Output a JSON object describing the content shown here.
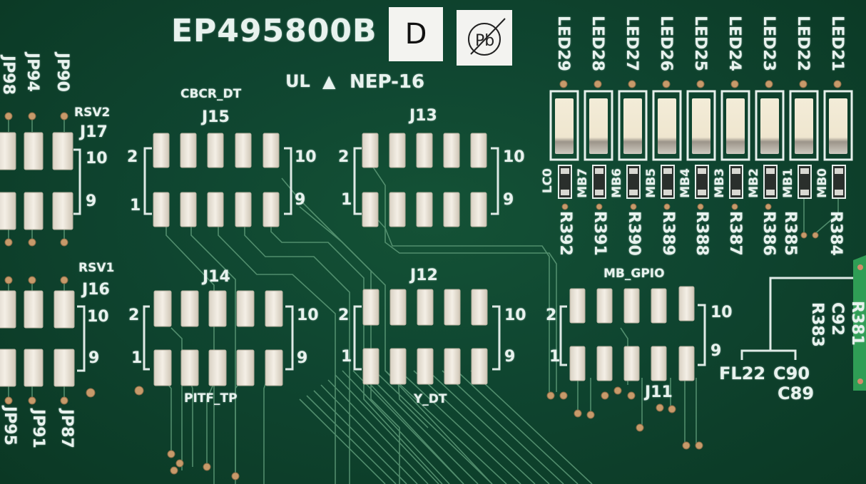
{
  "board": {
    "part_number": "EP495800B",
    "revision": "D",
    "pb_free_symbol": "Pb",
    "ul_mark": "UL",
    "warning_triangle": "▲",
    "nep_code": "NEP-16",
    "background_color": "#0f4530",
    "silkscreen_color": "#e8f2ee",
    "pad_color": "#ece6da"
  },
  "headers": {
    "j15": {
      "ref": "J15",
      "net": "CBCR_DT",
      "pin_top_left": "2",
      "pin_top_right": "10",
      "pin_bottom_left": "1",
      "pin_bottom_right": "9"
    },
    "j13": {
      "ref": "J13",
      "pin_top_left": "2",
      "pin_top_right": "10",
      "pin_bottom_left": "1",
      "pin_bottom_right": "9"
    },
    "j14": {
      "ref": "J14",
      "net": "PITF_TP",
      "pin_top_left": "2",
      "pin_top_right": "10",
      "pin_bottom_left": "1",
      "pin_bottom_right": "9"
    },
    "j12": {
      "ref": "J12",
      "net": "Y_DT",
      "pin_top_left": "2",
      "pin_top_right": "10",
      "pin_bottom_left": "1",
      "pin_bottom_right": "9"
    },
    "j11": {
      "ref": "J11",
      "net": "MB_GPIO",
      "pin_top_left": "2",
      "pin_top_right": "10",
      "pin_bottom_left": "1",
      "pin_bottom_right": "9"
    },
    "j17": {
      "ref": "J17",
      "net": "RSV2",
      "pin_top_right": "10",
      "pin_bottom_right": "9"
    },
    "j16": {
      "ref": "J16",
      "net": "RSV1",
      "pin_top_right": "10",
      "pin_bottom_right": "9"
    }
  },
  "jumpers": {
    "top": [
      "JP98",
      "JP94",
      "JP90"
    ],
    "bottom": [
      "JP95",
      "JP91",
      "JP87"
    ]
  },
  "leds": [
    "LED29",
    "LED28",
    "LED27",
    "LED26",
    "LED25",
    "LED24",
    "LED23",
    "LED22",
    "LED21"
  ],
  "led_signals": [
    "LC0",
    "MB7",
    "MB6",
    "MB5",
    "MB4",
    "MB3",
    "MB2",
    "MB1",
    "MB0"
  ],
  "resistors": [
    "R392",
    "R391",
    "R390",
    "R389",
    "R388",
    "R387",
    "R386",
    "R385",
    "R384"
  ],
  "misc_parts": {
    "fl22": "FL22",
    "c90": "C90",
    "c89": "C89",
    "c92": "C92",
    "r383": "R383",
    "r381": "R381"
  }
}
